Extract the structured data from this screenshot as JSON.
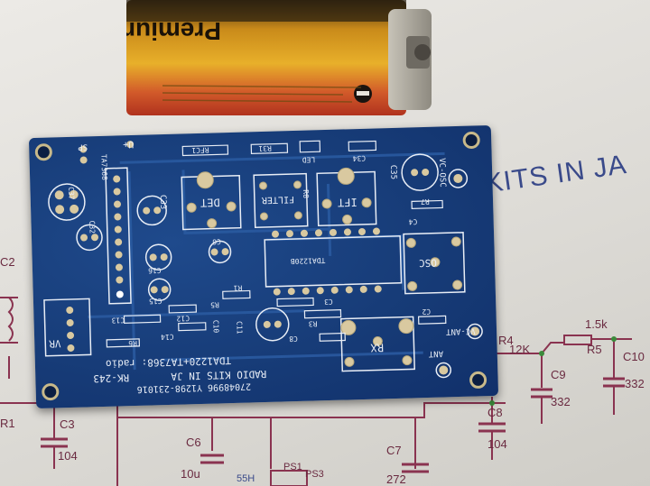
{
  "battery": {
    "brand_label": "Premium cell"
  },
  "paper": {
    "kits_text": "KITS IN JA",
    "labels": {
      "r1": "R1",
      "c3": "C3",
      "c3_value": "104",
      "c6": "C6",
      "c6_value": "10u",
      "c7": "C7",
      "c7_value": "272",
      "c8": "C8",
      "c8_value": "104",
      "r4": "R4",
      "r4_value": "12K",
      "r5": "R5",
      "r5_value": "1.5k",
      "c9": "C9",
      "c9_value": "332",
      "c10": "C10",
      "c10_value": "332",
      "c2": "C2",
      "ps1": "PS1",
      "ps3": "PS3",
      "h55": "55H"
    }
  },
  "pcb": {
    "colors": {
      "board": "#173c78",
      "silk": "#e9eef6",
      "pad": "#d9c9a0"
    },
    "silk": {
      "sp": "SP",
      "u_plus": "U+",
      "rfc1": "RFC1",
      "r31": "R31",
      "led": "LED",
      "c34": "C34",
      "c35": "C35",
      "osc_vc": "VC-OSC",
      "tda_chip": "TA7368",
      "c33": "C33",
      "det": "DET",
      "filter": "FILTER",
      "r8": "R8",
      "ift": "IFT",
      "r7": "R7",
      "c4": "C4",
      "c37": "C37",
      "c32": "C32",
      "c16": "C16",
      "c6": "C6",
      "tda1220": "TDA1220B",
      "osc": "OSC",
      "c15": "C15",
      "r1": "R1",
      "vr": "VR",
      "c13": "C13",
      "r5": "R5",
      "c12": "C12",
      "c14": "C14",
      "r6": "R6",
      "c10": "C10",
      "c11": "C11",
      "c3": "C3",
      "r3": "R3",
      "c2": "C2",
      "rx": "RX",
      "vc_ant": "VC-ANT",
      "ant": "ANT",
      "c8": "C8",
      "title1": "TDA1220+TA7368: radio",
      "title2": "RADIO KITS IN JA",
      "title3": "RK-243",
      "serial": "27048996 Y1298-231016"
    }
  }
}
